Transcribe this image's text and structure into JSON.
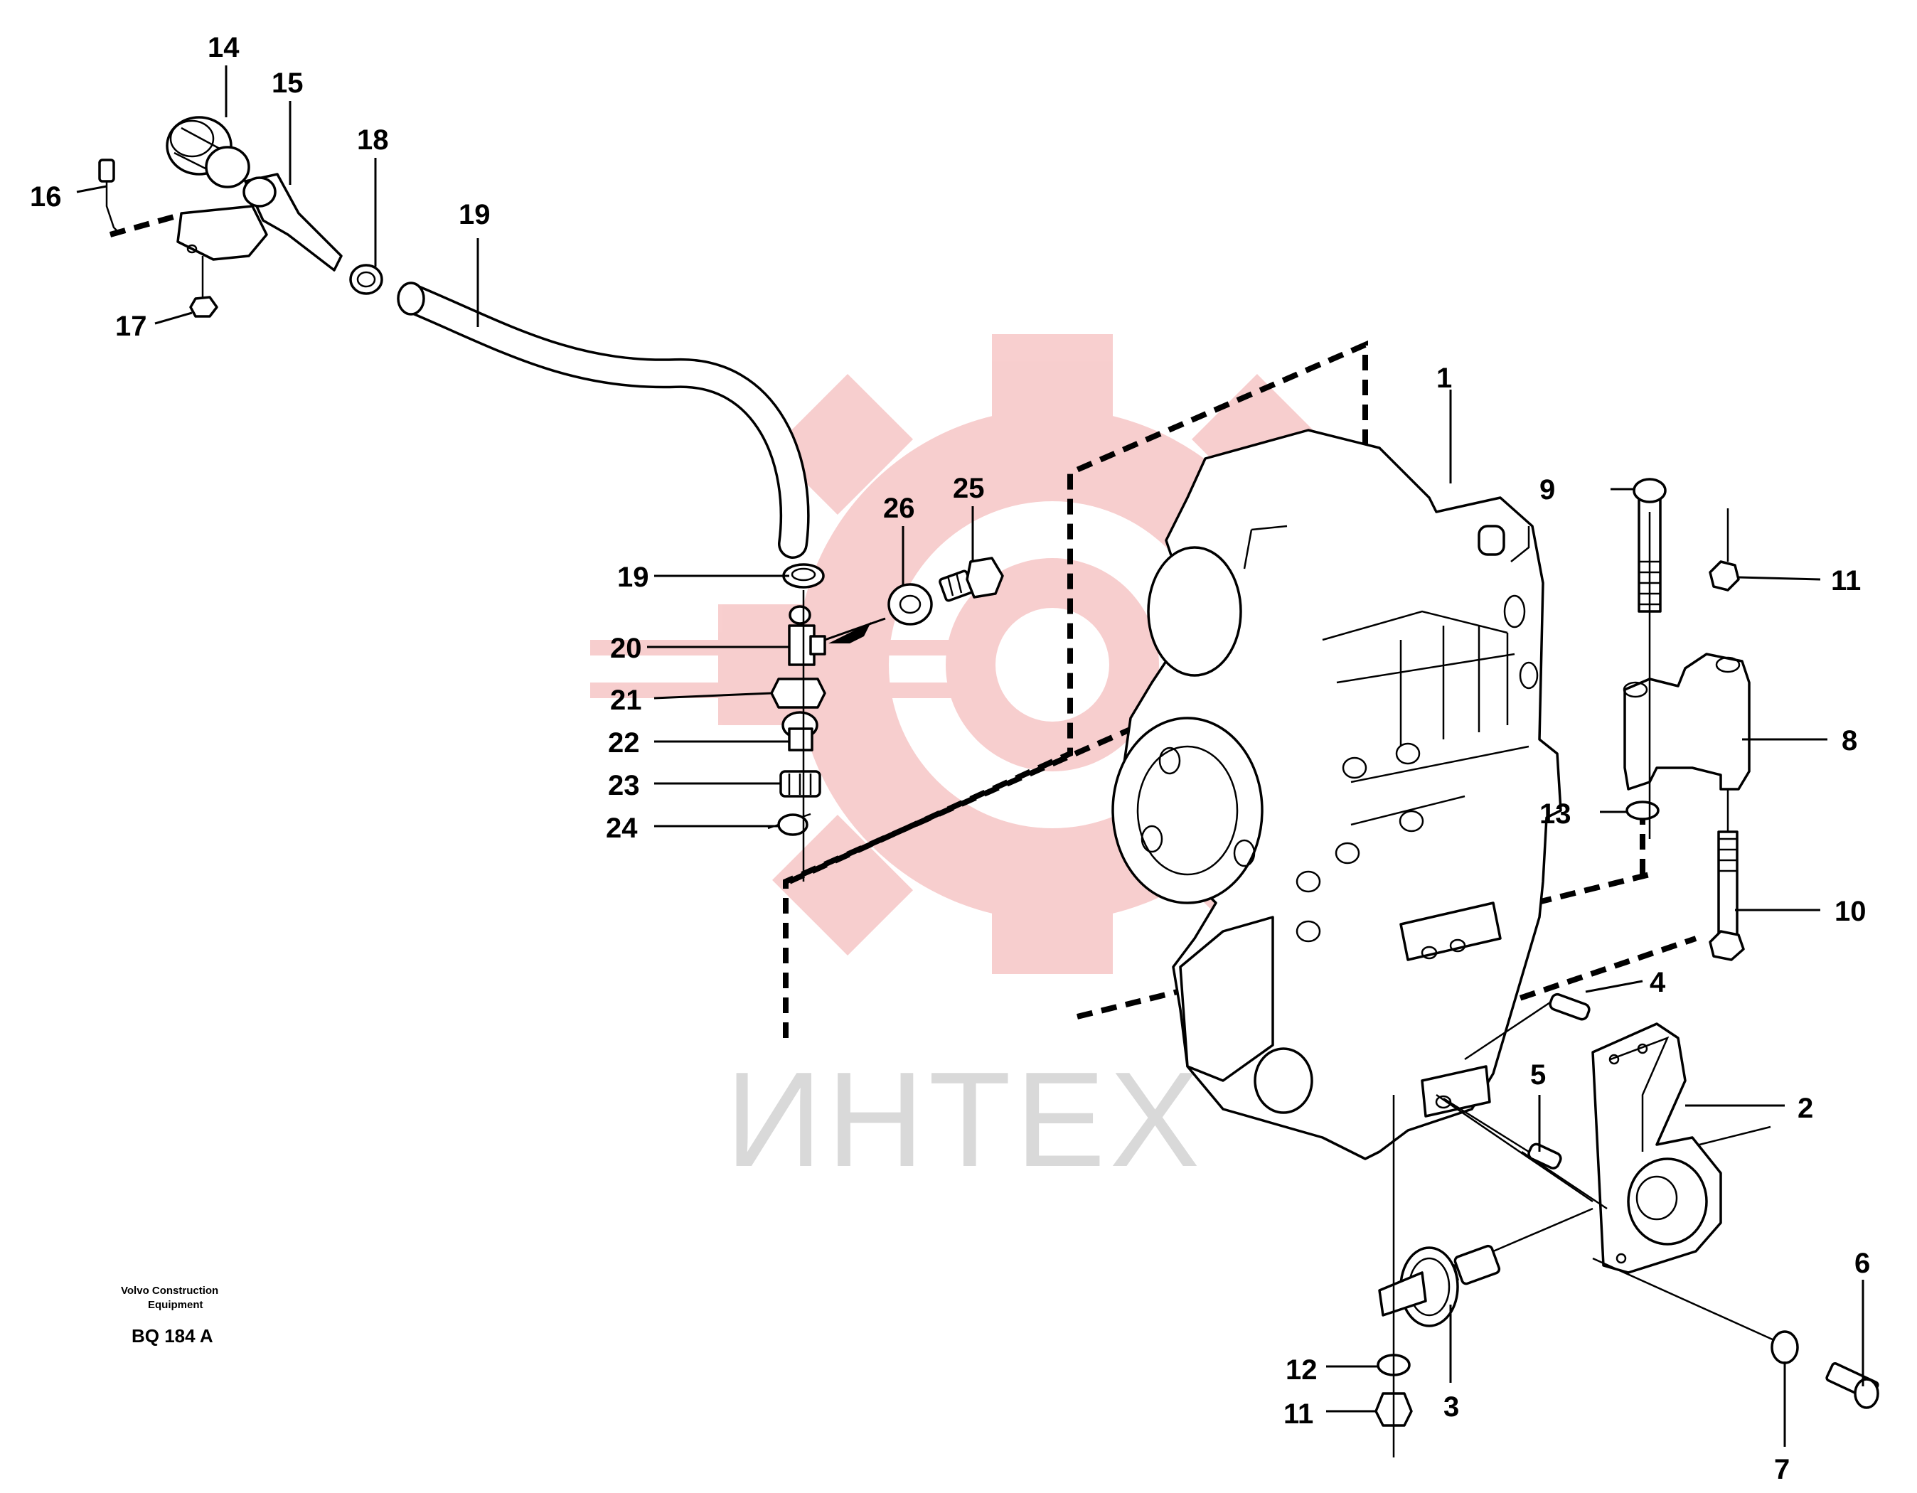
{
  "watermark": {
    "logo": "gear-logo",
    "text": "ИНТЕХ",
    "color": "#f5c0c0"
  },
  "reference": {
    "company": "Volvo Construction",
    "company_line2": "Equipment",
    "code": "BQ 184 A"
  },
  "callouts": [
    {
      "id": "c1",
      "label": "1"
    },
    {
      "id": "c2",
      "label": "2"
    },
    {
      "id": "c3",
      "label": "3"
    },
    {
      "id": "c4",
      "label": "4"
    },
    {
      "id": "c5",
      "label": "5"
    },
    {
      "id": "c6",
      "label": "6"
    },
    {
      "id": "c7",
      "label": "7"
    },
    {
      "id": "c8",
      "label": "8"
    },
    {
      "id": "c9",
      "label": "9"
    },
    {
      "id": "c10",
      "label": "10"
    },
    {
      "id": "c11a",
      "label": "11"
    },
    {
      "id": "c11b",
      "label": "11"
    },
    {
      "id": "c12",
      "label": "12"
    },
    {
      "id": "c13",
      "label": "13"
    },
    {
      "id": "c14",
      "label": "14"
    },
    {
      "id": "c15",
      "label": "15"
    },
    {
      "id": "c16",
      "label": "16"
    },
    {
      "id": "c17",
      "label": "17"
    },
    {
      "id": "c18",
      "label": "18"
    },
    {
      "id": "c19a",
      "label": "19"
    },
    {
      "id": "c19b",
      "label": "19"
    },
    {
      "id": "c20",
      "label": "20"
    },
    {
      "id": "c21",
      "label": "21"
    },
    {
      "id": "c22",
      "label": "22"
    },
    {
      "id": "c23",
      "label": "23"
    },
    {
      "id": "c24",
      "label": "24"
    },
    {
      "id": "c25",
      "label": "25"
    },
    {
      "id": "c26",
      "label": "26"
    }
  ]
}
